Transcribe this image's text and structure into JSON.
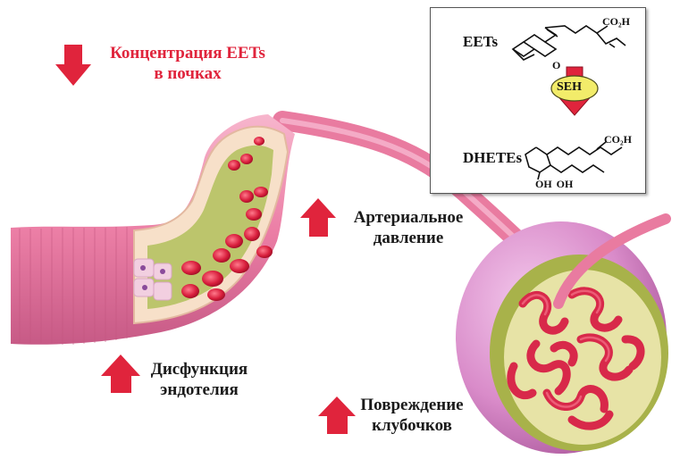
{
  "labels": {
    "eets_kidney": {
      "line1": "Концентрация EETs",
      "line2": "в почках"
    },
    "arterial": {
      "line1": "Артериальное",
      "line2": "давление"
    },
    "endothelium": {
      "line1": "Дисфункция",
      "line2": "эндотелия"
    },
    "glomerular": {
      "line1": "Повреждение",
      "line2": "клубочков"
    }
  },
  "inset": {
    "substrate": "EETs",
    "enzyme": "SEH",
    "product": "DHETEs",
    "carboxyl_top": "CO₂H",
    "epoxide_o": "O",
    "carboxyl_bottom": "CO₂H",
    "hydroxyls": "OH OH"
  },
  "colors": {
    "arrow_red": "#e0243c",
    "vessel_pink": "#ec7fa6",
    "rbc": "#d81e3c",
    "kidney_capsule": "#d98bc9",
    "kidney_inner": "#a8b24a",
    "enzyme_fill": "#f2ec6a"
  }
}
